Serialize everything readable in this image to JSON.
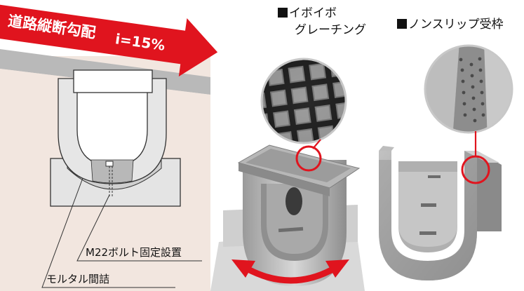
{
  "arrow_banner": {
    "title": "道路縦断勾配",
    "slope": "i=15%",
    "color": "#e0141e"
  },
  "labels": {
    "bolt": "M22ボルト固定設置",
    "mortar": "モルタル間詰",
    "grating": "イボイボ",
    "grating_line2": "グレーチング",
    "frame": "ノンスリップ受枠"
  },
  "colors": {
    "ground": "#f2e6df",
    "road": "#b9b9b9",
    "highlight_ring": "#e0141e",
    "concrete": "#c9c9c9"
  }
}
